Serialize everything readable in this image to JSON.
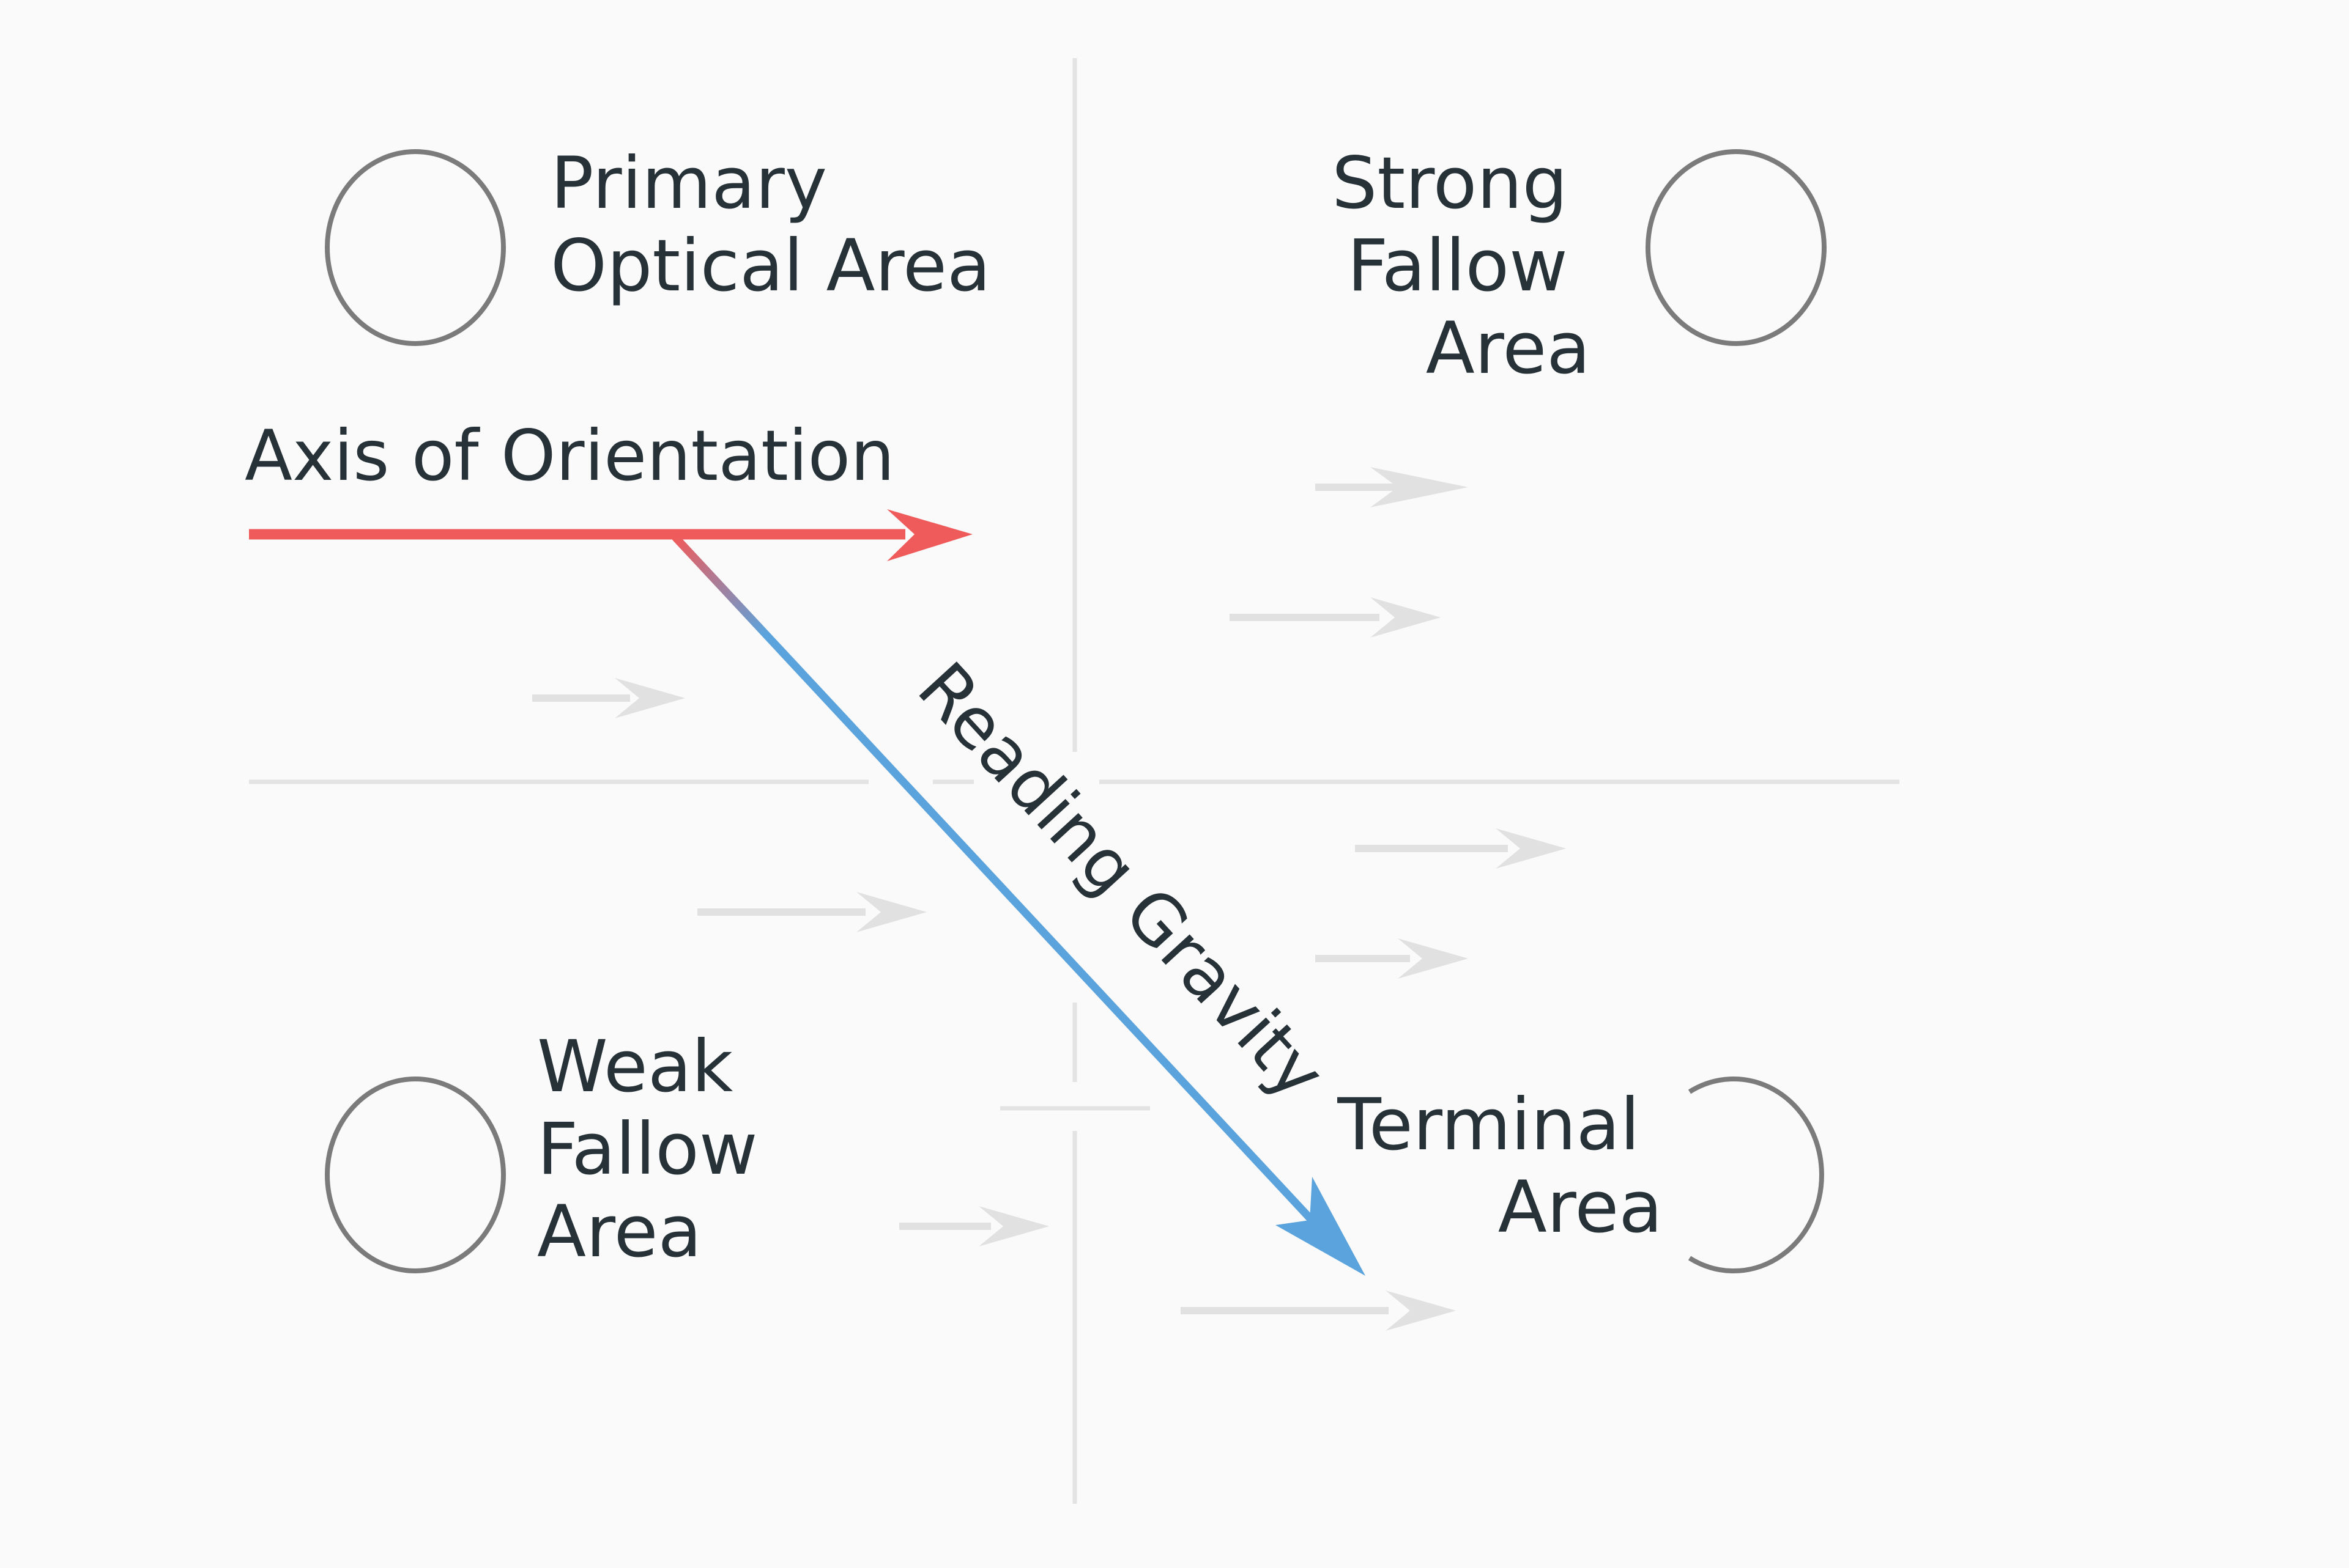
{
  "diagram": {
    "regions": {
      "primary_optical": {
        "line1": "Primary",
        "line2": "Optical Area"
      },
      "strong_fallow": {
        "line1": "Strong",
        "line2": "Fallow",
        "line3": "Area"
      },
      "weak_fallow": {
        "line1": "Weak",
        "line2": "Fallow",
        "line3": "Area"
      },
      "terminal": {
        "line1": "Terminal",
        "line2": "Area"
      }
    },
    "axis_label": "Axis of Orientation",
    "gravity_label": "Reading Gravity",
    "colors": {
      "background": "#fafafa",
      "axis_arrow": "#ef5b5b",
      "gravity_arrow": "#5ba3dc",
      "circle_stroke": "#7b7b7b",
      "guide_line": "#e3e3e3",
      "faint_arrow": "#e1e1e1",
      "text": "#263238"
    }
  }
}
